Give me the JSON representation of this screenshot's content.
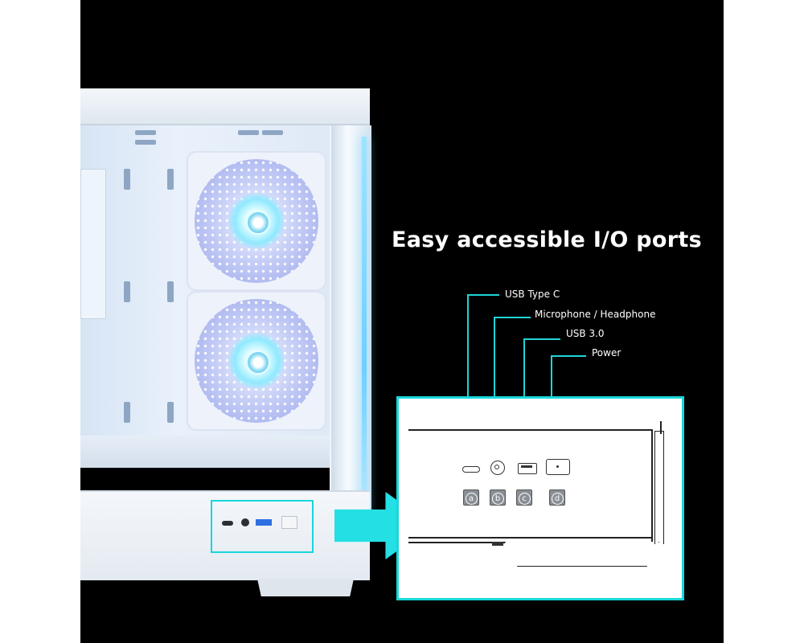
{
  "headline": "Easy accessible I/O ports",
  "callouts": [
    {
      "label": "USB Type C",
      "badge": "a"
    },
    {
      "label": "Microphone / Headphone",
      "badge": "b"
    },
    {
      "label": "USB 3.0",
      "badge": "c"
    },
    {
      "label": "Power",
      "badge": "d"
    }
  ],
  "colors": {
    "background": "#000000",
    "accent": "#20d4d6",
    "label_text": "#ffffff"
  },
  "icons": {
    "arrow": "right-arrow-icon"
  }
}
